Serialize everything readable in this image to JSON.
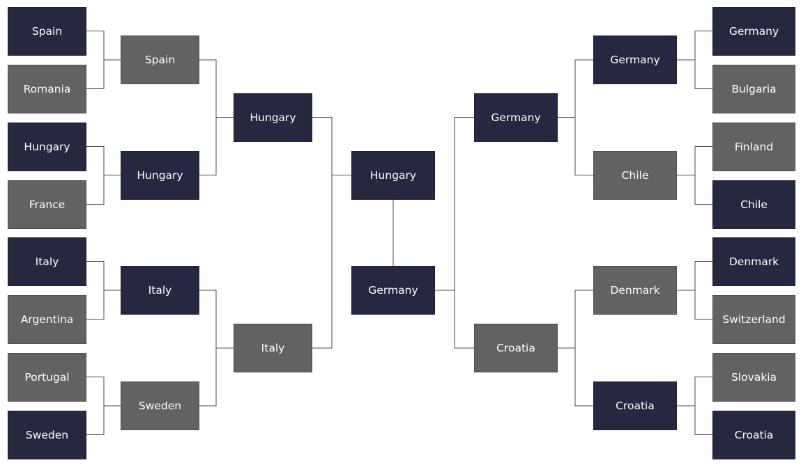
{
  "colors": {
    "winner": "#252840",
    "loser": "#626262",
    "line": "#4a4a4a",
    "text": "#ffffff"
  },
  "left": {
    "round1": [
      {
        "team": "Spain",
        "status": "winner"
      },
      {
        "team": "Romania",
        "status": "loser"
      },
      {
        "team": "Hungary",
        "status": "winner"
      },
      {
        "team": "France",
        "status": "loser"
      },
      {
        "team": "Italy",
        "status": "winner"
      },
      {
        "team": "Argentina",
        "status": "loser"
      },
      {
        "team": "Portugal",
        "status": "loser"
      },
      {
        "team": "Sweden",
        "status": "winner"
      }
    ],
    "round2": [
      {
        "team": "Spain",
        "status": "loser"
      },
      {
        "team": "Hungary",
        "status": "winner"
      },
      {
        "team": "Italy",
        "status": "winner"
      },
      {
        "team": "Sweden",
        "status": "loser"
      }
    ],
    "round3": [
      {
        "team": "Hungary",
        "status": "winner"
      },
      {
        "team": "Italy",
        "status": "loser"
      }
    ]
  },
  "right": {
    "round1": [
      {
        "team": "Germany",
        "status": "winner"
      },
      {
        "team": "Bulgaria",
        "status": "loser"
      },
      {
        "team": "Finland",
        "status": "loser"
      },
      {
        "team": "Chile",
        "status": "winner"
      },
      {
        "team": "Denmark",
        "status": "winner"
      },
      {
        "team": "Switzerland",
        "status": "loser"
      },
      {
        "team": "Slovakia",
        "status": "loser"
      },
      {
        "team": "Croatia",
        "status": "winner"
      }
    ],
    "round2": [
      {
        "team": "Germany",
        "status": "winner"
      },
      {
        "team": "Chile",
        "status": "loser"
      },
      {
        "team": "Denmark",
        "status": "loser"
      },
      {
        "team": "Croatia",
        "status": "winner"
      }
    ],
    "round3": [
      {
        "team": "Germany",
        "status": "winner"
      },
      {
        "team": "Croatia",
        "status": "loser"
      }
    ]
  },
  "final": [
    {
      "team": "Hungary",
      "status": "winner"
    },
    {
      "team": "Germany",
      "status": "winner"
    }
  ]
}
